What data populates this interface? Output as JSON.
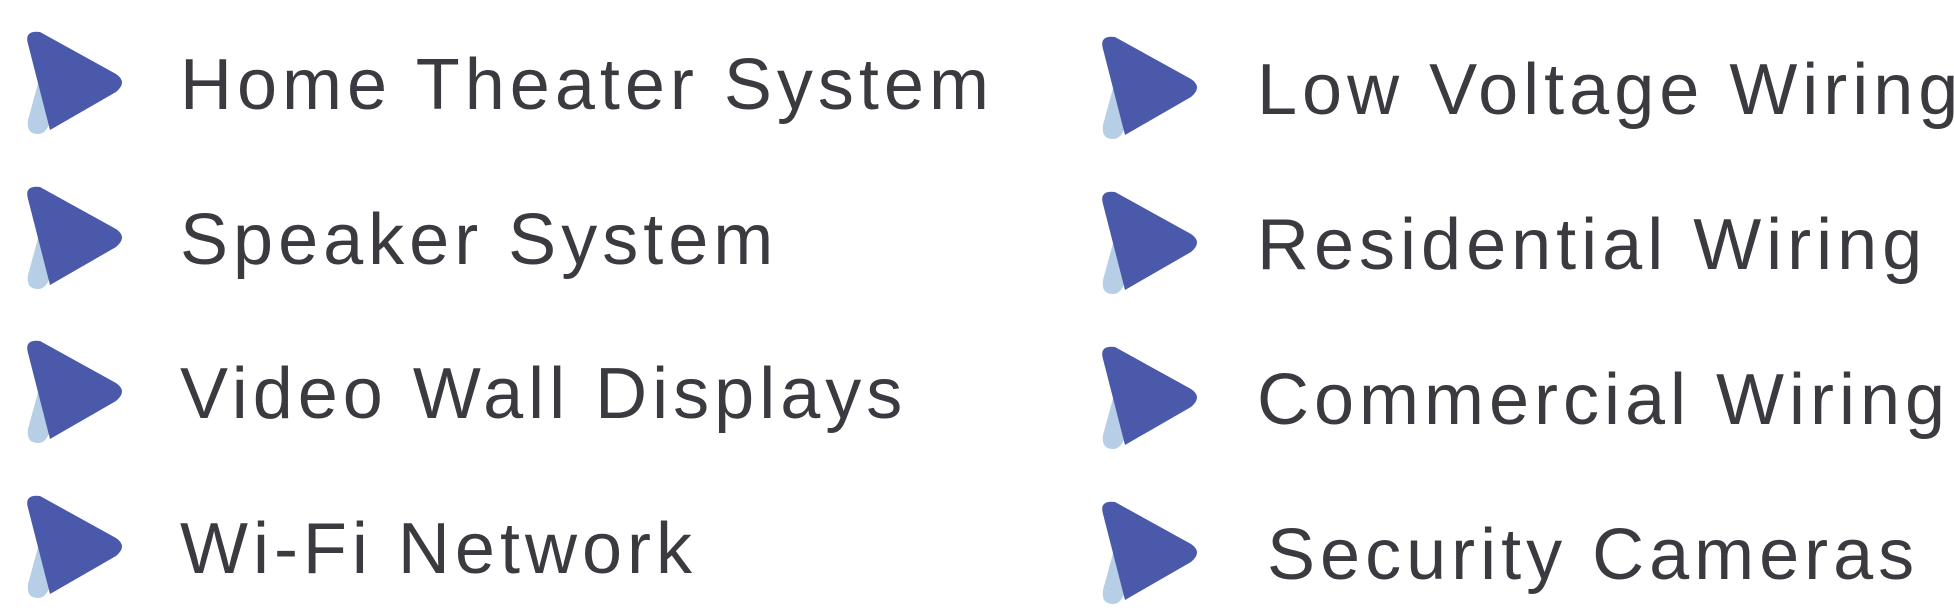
{
  "colors": {
    "text": "#3b3a40",
    "arrow_main": "#4a59a9",
    "arrow_tail": "#b6cfe6",
    "background": "#ffffff"
  },
  "icon": "play-arrow-icon",
  "left_column": {
    "items": [
      {
        "label": "Home Theater System"
      },
      {
        "label": "Speaker System"
      },
      {
        "label": "Video Wall Displays"
      },
      {
        "label": "Wi-Fi Network"
      }
    ]
  },
  "right_column": {
    "items": [
      {
        "label": "Low Voltage Wiring"
      },
      {
        "label": "Residential Wiring"
      },
      {
        "label": "Commercial Wiring"
      },
      {
        "label": "Security Cameras"
      }
    ]
  }
}
